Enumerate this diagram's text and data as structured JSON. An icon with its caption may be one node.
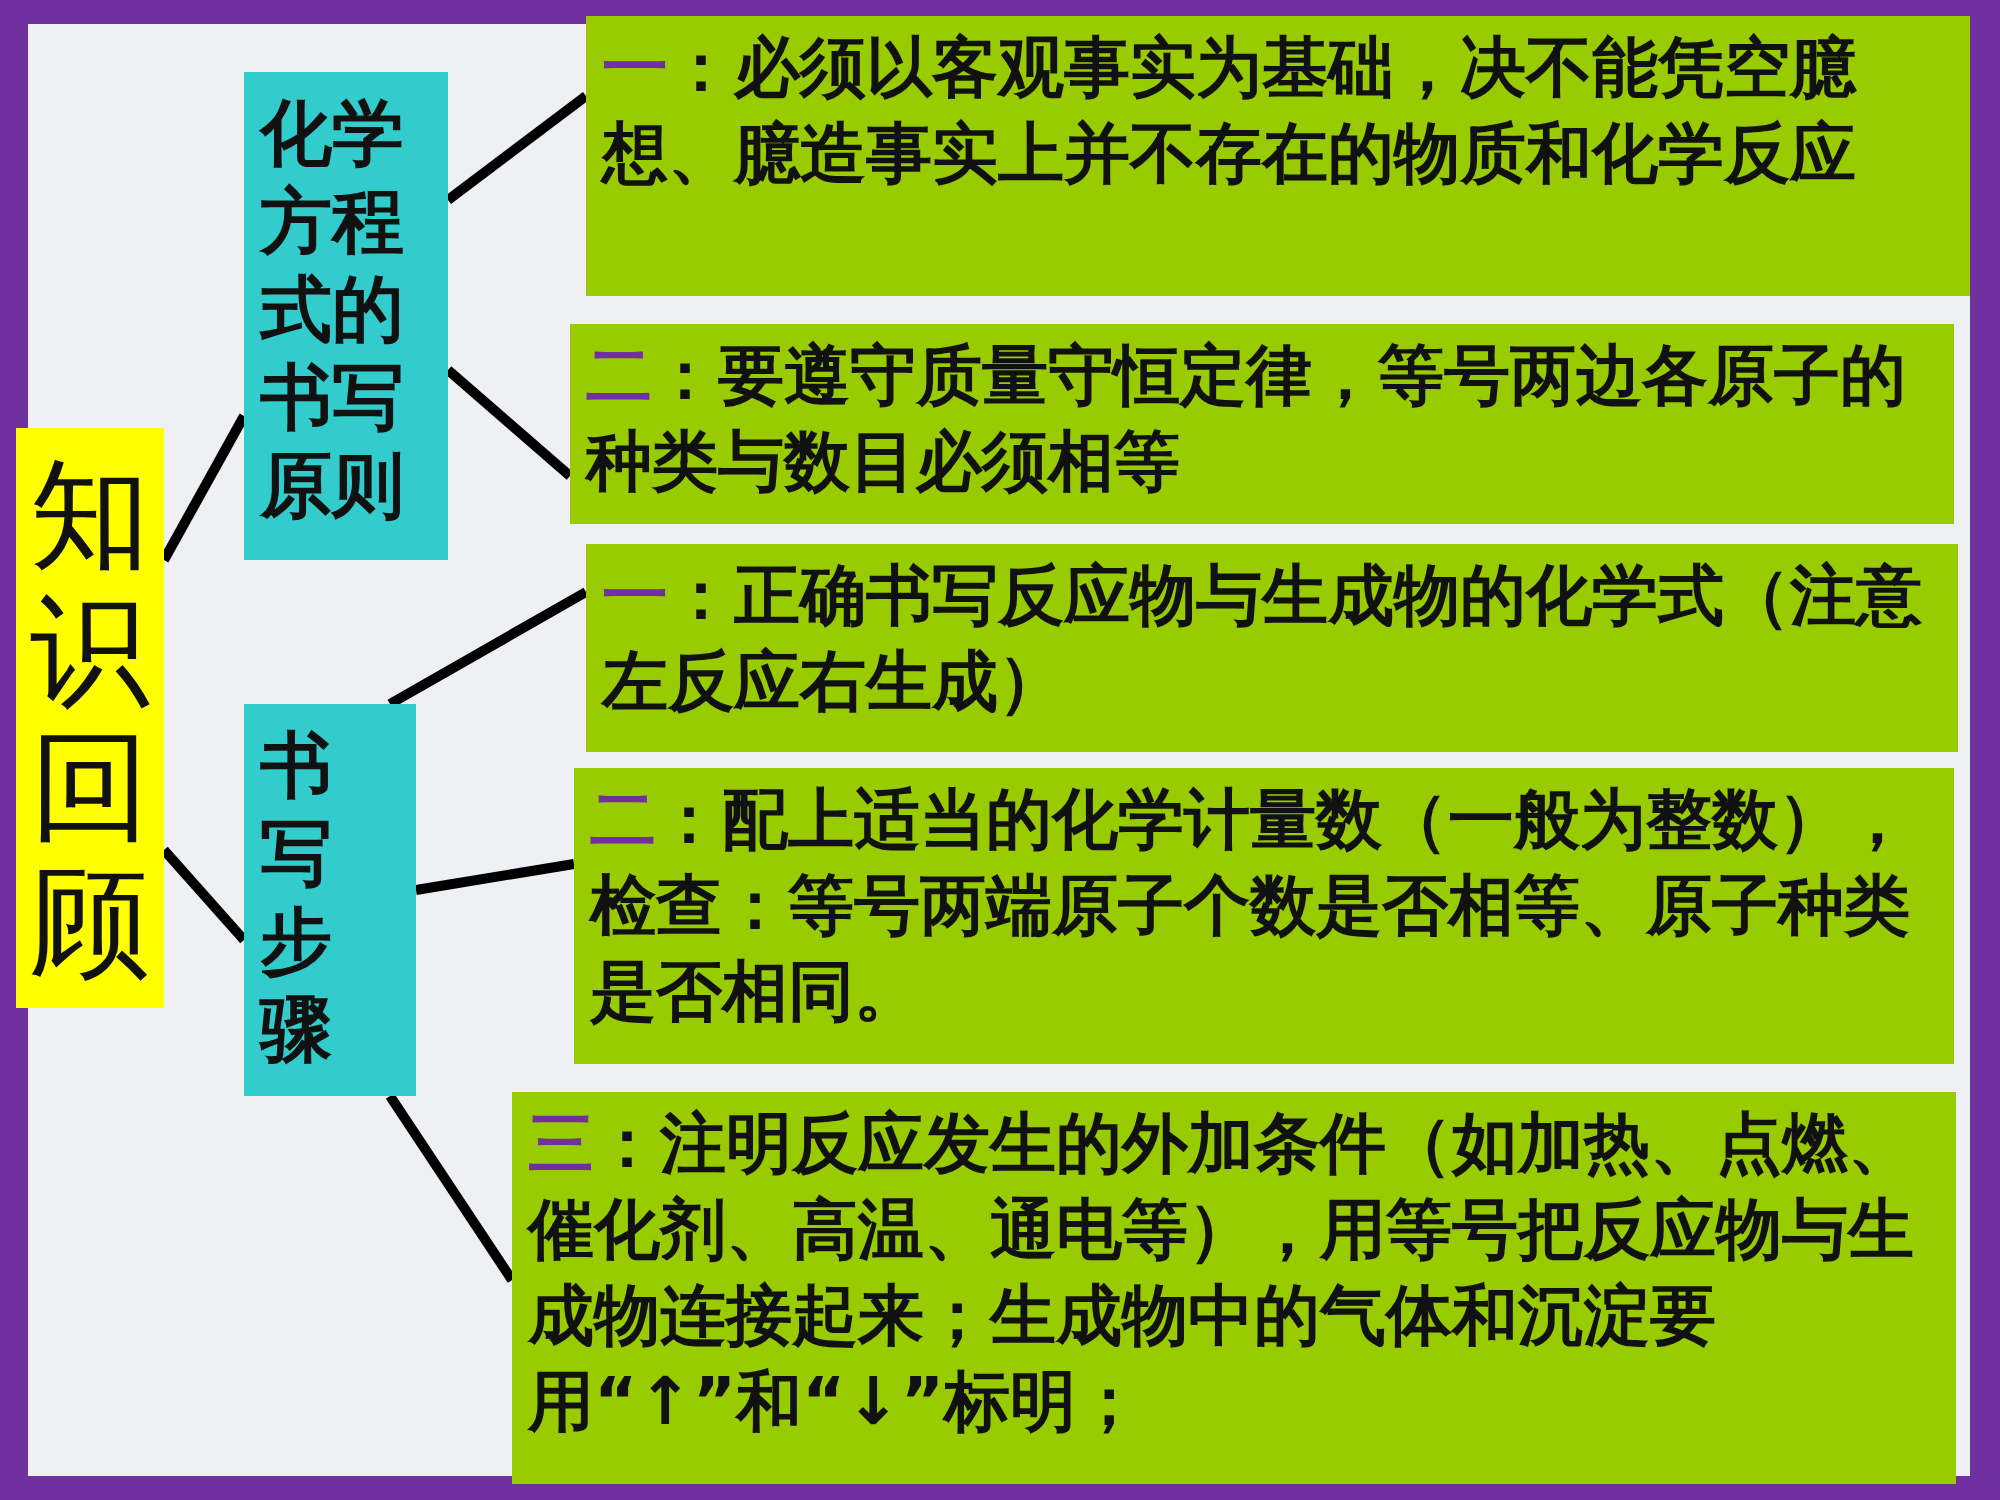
{
  "diagram": {
    "nodes": [
      {
        "text": [
          "知识回顾"
        ]
      },
      {
        "text": [
          "化学方程式的书写原则"
        ]
      },
      {
        "text": [
          "书写步骤"
        ]
      },
      {
        "text": [
          "一：必须以客观事实为基础，决不能凭空臆想、臆造事实上并不存在的物质和化学反应"
        ]
      },
      {
        "text": [
          "二：要遵守质量守恒定律，等号两边各原子的种类与数目必须相等"
        ]
      },
      {
        "text": [
          "一：正确书写反应物与生成物的化学式（注意左反应右生成）"
        ]
      },
      {
        "text": [
          "二：配上适当的化学计量数（一般为整数），检查：等号两端原子个数是否相等、原子种类是否相同。"
        ]
      },
      {
        "text": [
          "三：注明反应发生的外加条件（如加热、点燃、催化剂、高温、通电等），用等号把反应物与生成物连接起来；生成物中的气体和沉淀要用“↑”和“↓”标明；"
        ]
      }
    ],
    "edges": [
      {
        "from": 0,
        "to": 1,
        "arrow": "none"
      },
      {
        "from": 0,
        "to": 2,
        "arrow": "none"
      },
      {
        "from": 1,
        "to": 3,
        "arrow": "none"
      },
      {
        "from": 1,
        "to": 4,
        "arrow": "none"
      },
      {
        "from": 2,
        "to": 5,
        "arrow": "none"
      },
      {
        "from": 2,
        "to": 6,
        "arrow": "none"
      },
      {
        "from": 2,
        "to": 7,
        "arrow": "none"
      }
    ]
  }
}
